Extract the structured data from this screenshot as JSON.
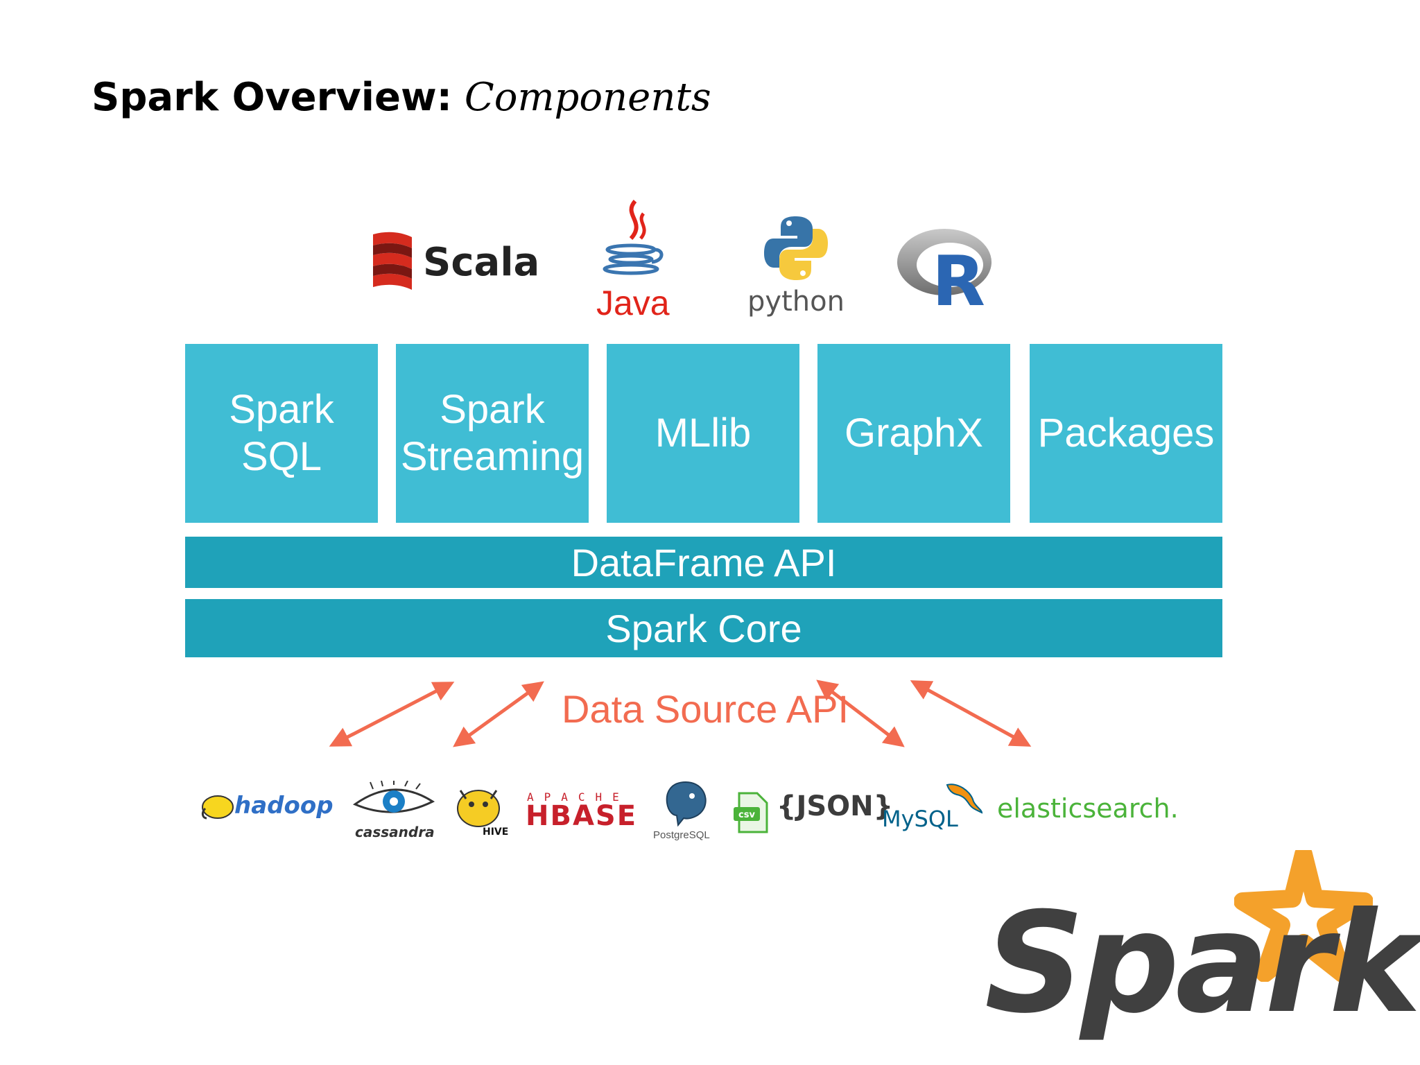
{
  "title": {
    "bold": "Spark Overview:",
    "italic": "Components"
  },
  "languages": {
    "scala": "Scala",
    "java": "Java",
    "python": "python",
    "r": "R"
  },
  "components": [
    {
      "label": "Spark\nSQL"
    },
    {
      "label": "Spark\nStreaming"
    },
    {
      "label": "MLlib"
    },
    {
      "label": "GraphX"
    },
    {
      "label": "Packages"
    }
  ],
  "layers": {
    "dataframe": "DataFrame API",
    "core": "Spark Core"
  },
  "data_source_api": "Data Source API",
  "sources": {
    "hadoop": "hadoop",
    "cassandra": "cassandra",
    "hive": "HIVE",
    "apache": "APACHE",
    "hbase": "HBASE",
    "postgresql": "PostgreSQL",
    "csv": "csv",
    "json": "{JSON}",
    "mysql": "MySQL",
    "elasticsearch": "elasticsearch."
  },
  "brand": {
    "wordmark": "Spark"
  },
  "colors": {
    "component": "#40bdd4",
    "layer": "#1fa2b9",
    "arrow": "#f26b50",
    "spark_star": "#f4a12b",
    "spark_text": "#404040"
  }
}
